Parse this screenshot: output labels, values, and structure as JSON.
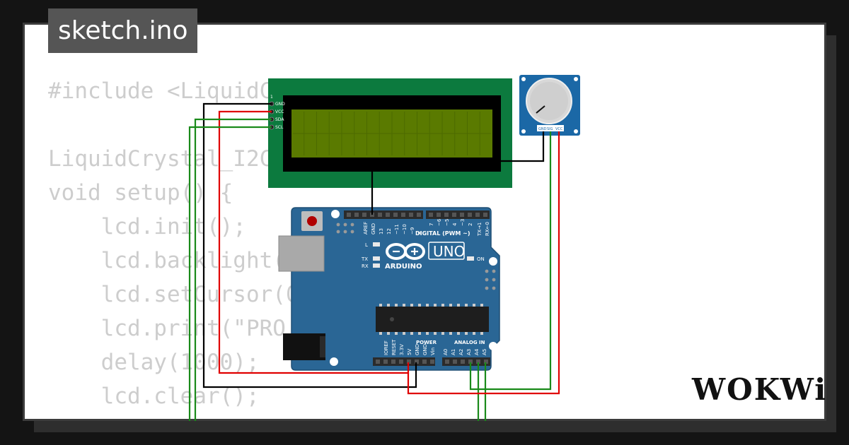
{
  "title": "sketch.ino",
  "code_lines": [
    "#include <LiquidCrystal_I2C.h>",
    "",
    "LiquidCrystal_I2C lcd(0x27,16,2);",
    "void setup() {",
    "    lcd.init();",
    "    lcd.backlight();",
    "    lcd.setCursor(0,0);",
    "    lcd.print(\"PRO",
    "    delay(1000);",
    "    lcd.clear();",
    "}"
  ],
  "lcd": {
    "pin_labels": [
      "1",
      "GND",
      "VCC",
      "SDA",
      "SCL"
    ]
  },
  "potentiometer": {
    "pin_labels": [
      "GND",
      "SIG",
      "VCC"
    ]
  },
  "arduino": {
    "model": "UNO",
    "brand": "ARDUINO",
    "led_labels": [
      "L",
      "TX",
      "RX"
    ],
    "on_label": "ON",
    "digital_header": "DIGITAL (PWM ~)",
    "digital_pin_labels": [
      "AREF",
      "GND",
      "13",
      "12",
      "~11",
      "~10",
      "~9",
      "8",
      "7",
      "~6",
      "~5",
      "4",
      "~3",
      "2",
      "TX→1",
      "RX←0"
    ],
    "power_header": "POWER",
    "power_pin_labels": [
      "IOREF",
      "RESET",
      "3.3V",
      "5V",
      "GND",
      "GND",
      "Vin"
    ],
    "analog_header": "ANALOG IN",
    "analog_pin_labels": [
      "A0",
      "A1",
      "A2",
      "A3",
      "A4",
      "A5"
    ]
  },
  "logo": "WOKWi",
  "colors": {
    "lcd_pcb": "#0c7a3e",
    "lcd_screen": "#5a7a00",
    "arduino_board": "#2a6695",
    "pot_board": "#1b68a6",
    "wire_black": "#000000",
    "wire_red": "#e00000",
    "wire_green": "#1a8a1a"
  }
}
